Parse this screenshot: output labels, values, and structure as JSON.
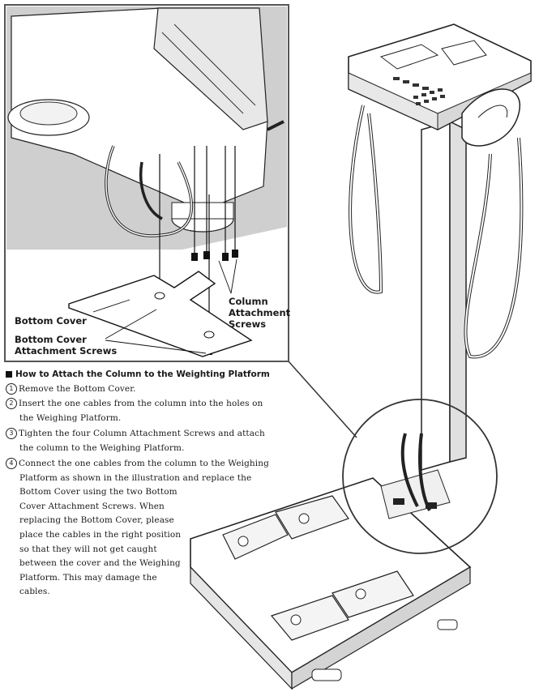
{
  "labels": {
    "bottom_cover": "Bottom Cover",
    "bottom_cover_screws": [
      "Bottom Cover",
      "Attachment Screws"
    ],
    "column_screws": [
      "Column",
      "Attachment",
      "Screws"
    ]
  },
  "section": {
    "title": "How to Attach the Column to the Weighting Platform"
  },
  "steps": [
    {
      "num": "1",
      "lines": [
        "Remove the Bottom Cover."
      ]
    },
    {
      "num": "2",
      "lines": [
        "Insert the one cables from the column into the holes on",
        "the Weighing Platform."
      ]
    },
    {
      "num": "3",
      "lines": [
        "Tighten the four Column Attachment Screws and attach",
        "the column to the Weighing Platform."
      ]
    },
    {
      "num": "4",
      "lines": [
        "Connect the one cables from the column to the Weighing",
        "Platform as shown in the illustration and replace the",
        "Bottom Cover using the two Bottom",
        "Cover Attachment Screws. When",
        "replacing the Bottom Cover, please",
        "place the cables in the right position",
        "so that they will not get caught",
        "between the cover and the Weighing",
        "Platform. This may damage the",
        "cables."
      ]
    }
  ]
}
